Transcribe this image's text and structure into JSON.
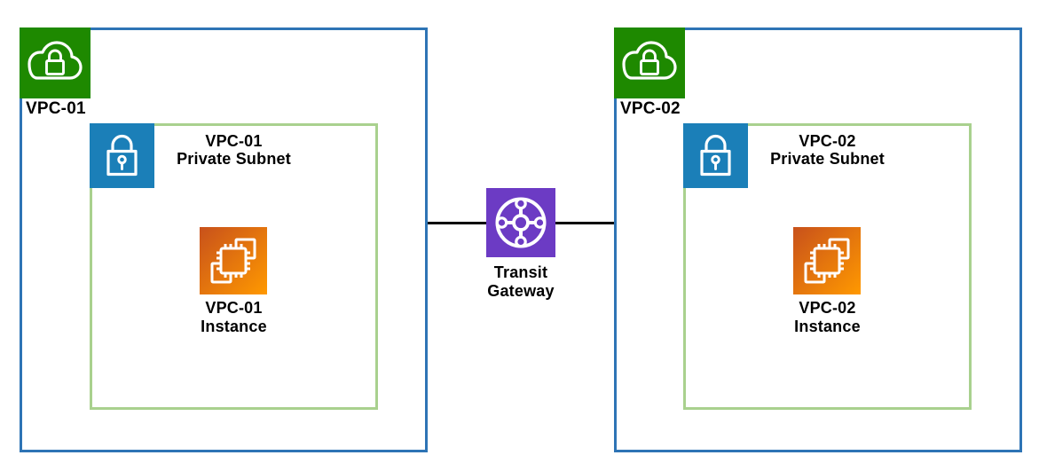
{
  "vpcs": [
    {
      "name": "VPC-01",
      "subnet": {
        "title_line1": "VPC-01",
        "title_line2": "Private Subnet"
      },
      "instance": {
        "label_line1": "VPC-01",
        "label_line2": "Instance"
      }
    },
    {
      "name": "VPC-02",
      "subnet": {
        "title_line1": "VPC-02",
        "title_line2": "Private Subnet"
      },
      "instance": {
        "label_line1": "VPC-02",
        "label_line2": "Instance"
      }
    }
  ],
  "transit_gateway": {
    "label_line1": "Transit",
    "label_line2": "Gateway"
  },
  "icons": {
    "vpc": "locked-cloud-icon",
    "subnet": "padlock-icon",
    "instance": "chip-instances-icon",
    "transit_gateway": "hub-spoke-icon"
  },
  "colors": {
    "vpc_border": "#2E74B5",
    "subnet_border": "#A9D18E",
    "vpc_icon_bg": "#1E8900",
    "subnet_icon_bg": "#1B7FB8",
    "transit_icon_bg": "#6C3BC4",
    "instance_gradient_start": "#C8511B",
    "instance_gradient_end": "#FF9900",
    "connector_line": "#000000",
    "label_text": "#000000"
  }
}
